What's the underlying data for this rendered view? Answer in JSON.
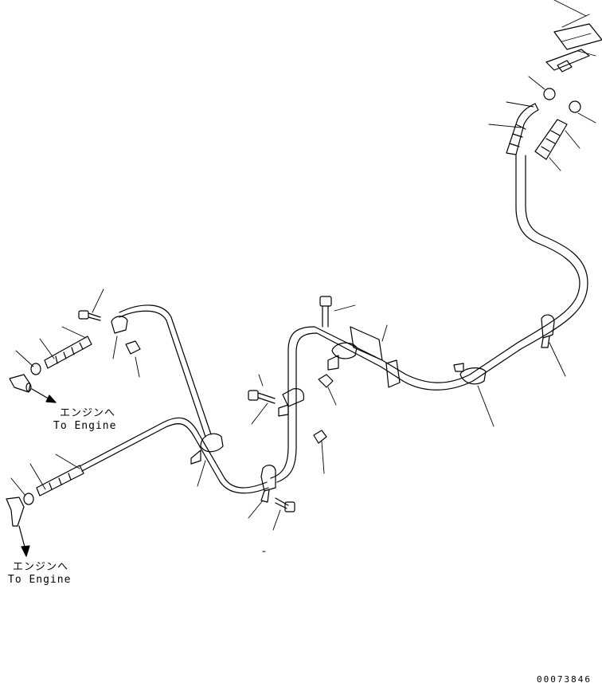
{
  "notes": {
    "upper_jp": "エンジンへ",
    "upper_en": "To Engine",
    "lower_jp": "エンジンへ",
    "lower_en": "To Engine"
  },
  "drawing_code": "00073846",
  "colors": {
    "line": "#000000",
    "background": "#ffffff"
  },
  "icons": [
    "arrow-down-icon",
    "clamp-icon",
    "hose-icon",
    "bolt-icon",
    "hose-clamp-icon",
    "connector-icon",
    "bracket-icon"
  ]
}
